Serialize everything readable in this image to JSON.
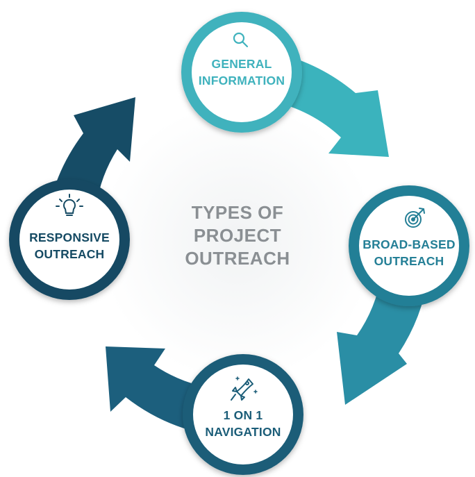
{
  "center": {
    "line1": "TYPES OF",
    "line2": "PROJECT",
    "line3": "OUTREACH"
  },
  "nodes": {
    "general": {
      "line1": "GENERAL",
      "line2": "INFORMATION",
      "icon": "magnifier-icon",
      "color": "#3fb2bd"
    },
    "broad": {
      "line1": "BROAD-BASED",
      "line2": "OUTREACH",
      "icon": "target-icon",
      "color": "#247f96"
    },
    "navigation": {
      "line1": "1 ON 1",
      "line2": "NAVIGATION",
      "icon": "rocket-icon",
      "color": "#1b5d78"
    },
    "responsive": {
      "line1": "RESPONSIVE",
      "line2": "OUTREACH",
      "icon": "lightbulb-icon",
      "color": "#154a63"
    }
  },
  "colors": {
    "arrow_top_right": "#3bb3bd",
    "arrow_right": "#2a8ea5",
    "arrow_bottom": "#1c5f7d",
    "arrow_left": "#164c66"
  }
}
